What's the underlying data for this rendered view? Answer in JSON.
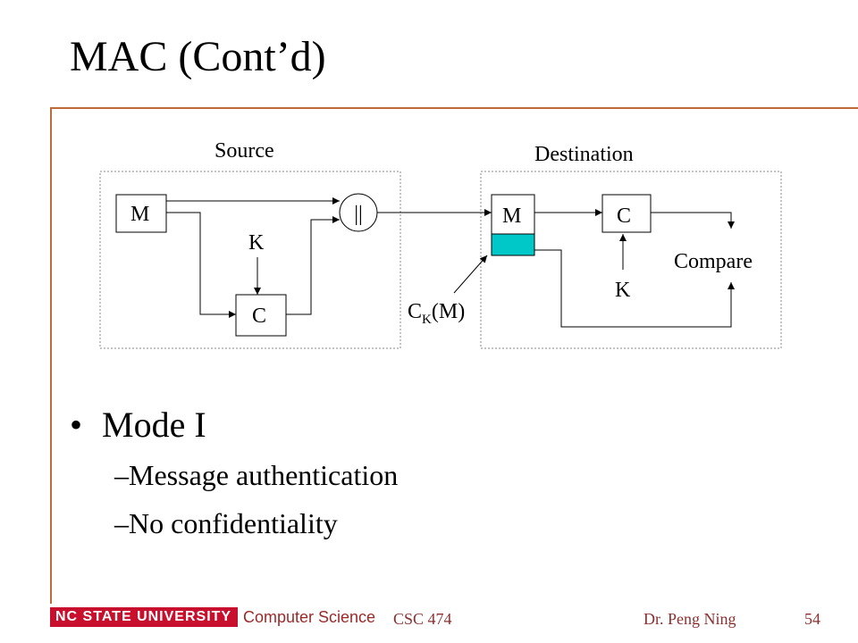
{
  "slide": {
    "title": "MAC (Cont’d)"
  },
  "diagram": {
    "source_label": "Source",
    "destination_label": "Destination",
    "source_m": "M",
    "source_key": "K",
    "source_c": "C",
    "concat": "||",
    "dest_m": "M",
    "dest_c": "C",
    "dest_key": "K",
    "compare": "Compare",
    "ck_main": "C",
    "ck_sub": "K",
    "ck_arg": "(M)",
    "mac_color": "#00c8c8"
  },
  "bullets": {
    "main": "Mode I",
    "sub": [
      "Message authentication",
      "No confidentiality"
    ],
    "sub_prefix": "–"
  },
  "footer": {
    "logo": "NC STATE UNIVERSITY",
    "dept": "Computer Science",
    "course": "CSC 474",
    "author": "Dr. Peng Ning",
    "page": "54"
  }
}
